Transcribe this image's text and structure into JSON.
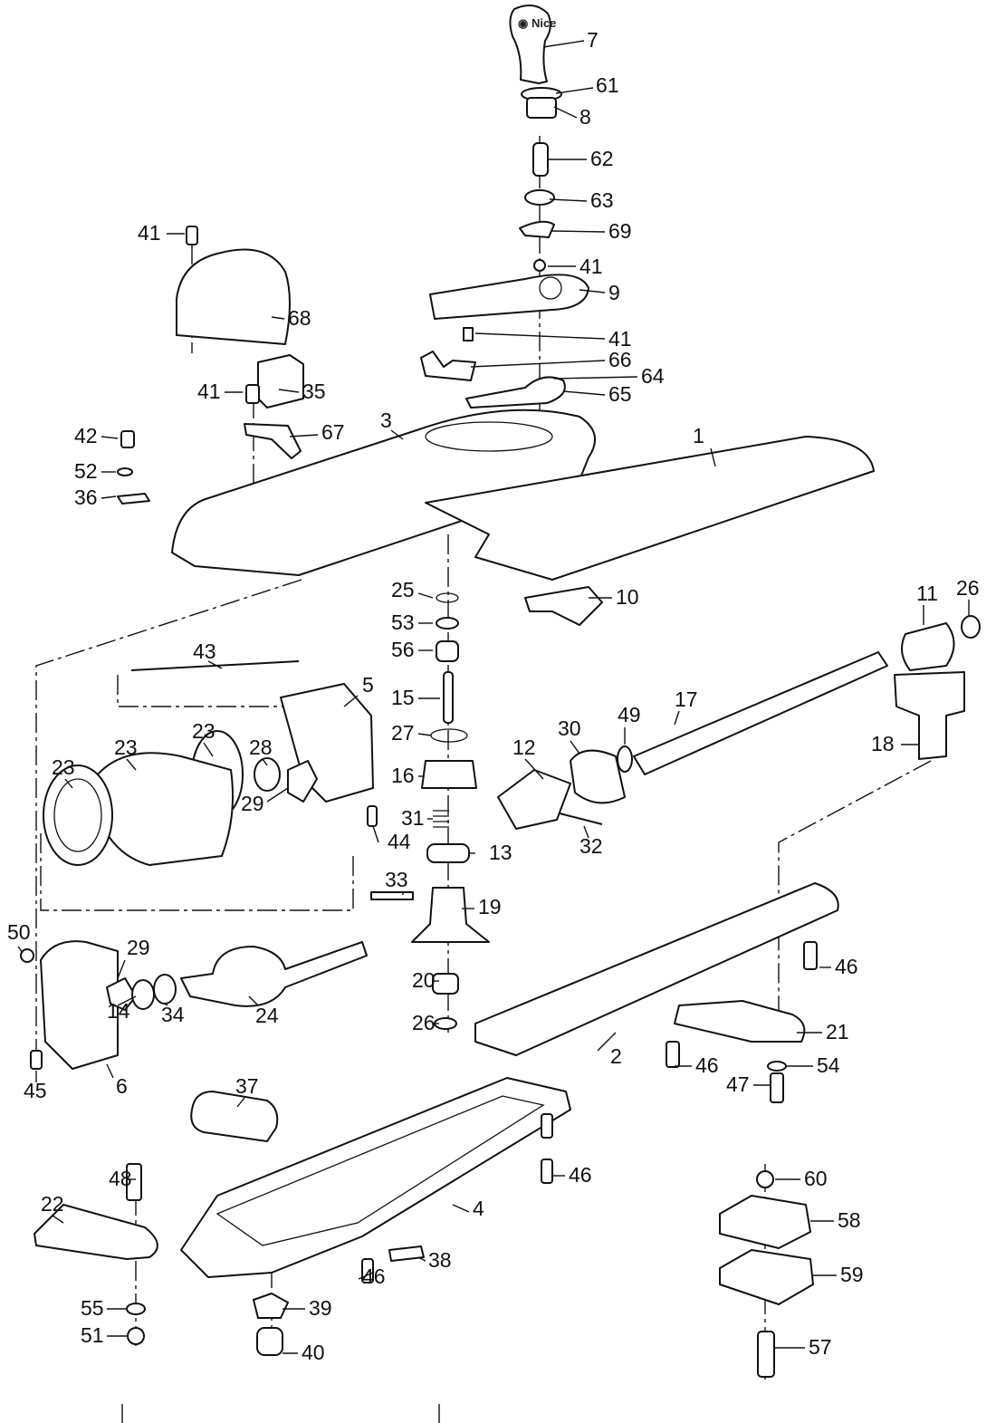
{
  "logo_text": "Nice",
  "callouts": [
    "7",
    "61",
    "8",
    "62",
    "63",
    "69",
    "41",
    "9",
    "41",
    "66",
    "64",
    "65",
    "41",
    "68",
    "35",
    "41",
    "42",
    "52",
    "36",
    "67",
    "3",
    "1",
    "25",
    "53",
    "56",
    "10",
    "11",
    "26",
    "43",
    "5",
    "15",
    "17",
    "30",
    "49",
    "23",
    "23",
    "23",
    "28",
    "27",
    "12",
    "16",
    "18",
    "29",
    "31",
    "44",
    "32",
    "13",
    "33",
    "19",
    "50",
    "29",
    "46",
    "24",
    "20",
    "34",
    "14",
    "26",
    "21",
    "2",
    "46",
    "54",
    "45",
    "6",
    "47",
    "37",
    "46",
    "60",
    "48",
    "22",
    "4",
    "58",
    "38",
    "59",
    "46",
    "39",
    "55",
    "40",
    "51",
    "57"
  ]
}
